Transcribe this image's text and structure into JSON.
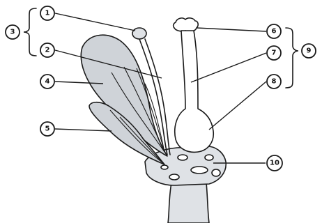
{
  "labels": [
    {
      "number": "1"
    },
    {
      "number": "2"
    },
    {
      "number": "3"
    },
    {
      "number": "4"
    },
    {
      "number": "5"
    },
    {
      "number": "6"
    },
    {
      "number": "7"
    },
    {
      "number": "8"
    },
    {
      "number": "9"
    },
    {
      "number": "10"
    }
  ]
}
